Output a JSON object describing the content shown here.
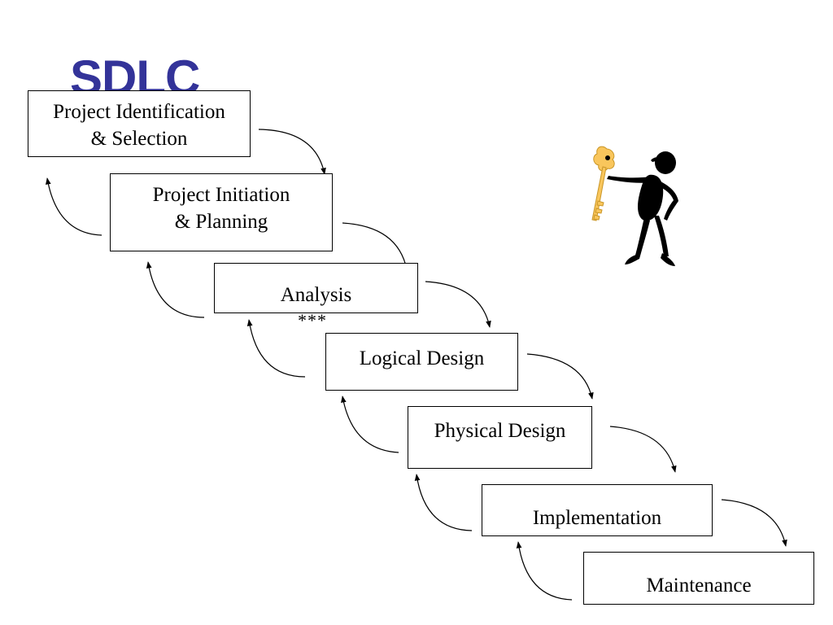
{
  "slide": {
    "title": "SDLC",
    "title_color": "#333399"
  },
  "stages": [
    {
      "lines": [
        "Project Identification",
        "& Selection"
      ]
    },
    {
      "lines": [
        "Project Initiation",
        "& Planning"
      ]
    },
    {
      "lines": [
        "Analysis"
      ]
    },
    {
      "lines": [
        "Logical Design"
      ]
    },
    {
      "lines": [
        "Physical Design"
      ]
    },
    {
      "lines": [
        "Implementation"
      ]
    },
    {
      "lines": [
        "Maintenance"
      ]
    }
  ],
  "analysis_note": "***",
  "clipart": {
    "icon": "person-holding-key-icon",
    "key_color": "#f9c65c"
  }
}
